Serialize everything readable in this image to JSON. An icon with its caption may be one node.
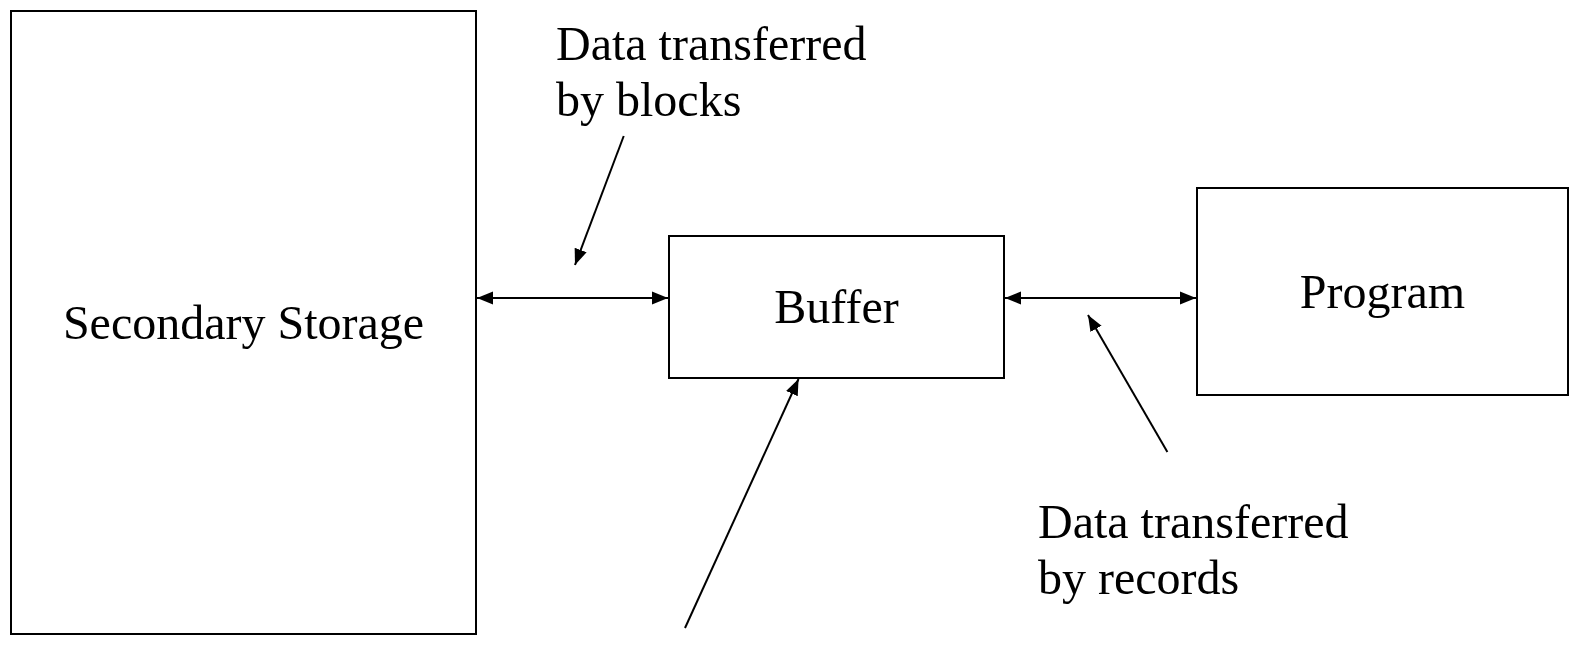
{
  "diagram": {
    "nodes": [
      {
        "text": [
          "Secondary Storage"
        ]
      },
      {
        "text": [
          "Buffer"
        ]
      },
      {
        "text": [
          "Program"
        ]
      },
      {
        "text": [
          "Data transferred by blocks"
        ]
      },
      {
        "text": [
          "Data transferred by records"
        ]
      }
    ],
    "edges": [
      {
        "from": 0,
        "to": 1,
        "arrow": "both"
      },
      {
        "from": 1,
        "to": 2,
        "arrow": "both"
      },
      {
        "from": 3,
        "to": null,
        "arrow": "to"
      },
      {
        "from": 4,
        "to": null,
        "arrow": "to"
      },
      {
        "from": null,
        "to": 1,
        "arrow": "to"
      }
    ]
  }
}
